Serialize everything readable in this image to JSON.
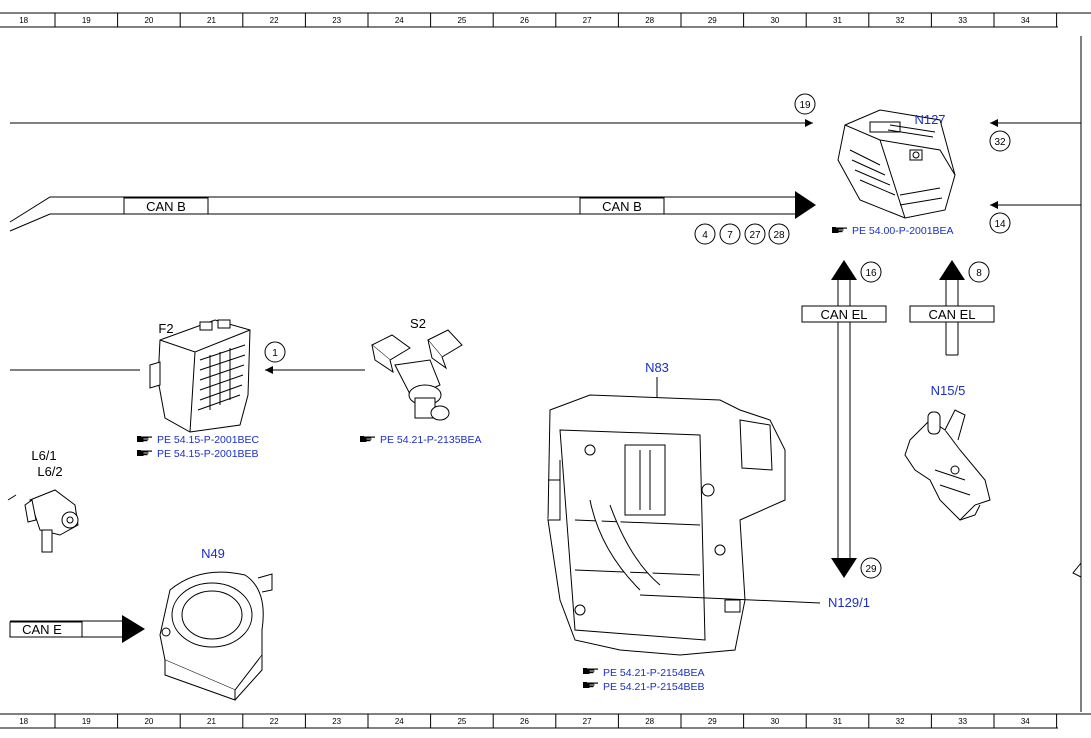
{
  "ruler_numbers": [
    "18",
    "19",
    "20",
    "21",
    "22",
    "23",
    "24",
    "25",
    "26",
    "27",
    "28",
    "29",
    "30",
    "31",
    "32",
    "33",
    "34"
  ],
  "components": {
    "n127": {
      "label": "N127",
      "refs": [
        "PE 54.00-P-2001BEA"
      ]
    },
    "f2": {
      "label": "F2",
      "refs": [
        "PE 54.15-P-2001BEC",
        "PE 54.15-P-2001BEB"
      ]
    },
    "s2": {
      "label": "S2",
      "refs": [
        "PE 54.21-P-2135BEA"
      ]
    },
    "l6": {
      "label1": "L6/1",
      "label2": "L6/2"
    },
    "n49": {
      "label": "N49"
    },
    "n83": {
      "label": "N83",
      "refs": [
        "PE 54.21-P-2154BEA",
        "PE 54.21-P-2154BEB"
      ]
    },
    "n129": {
      "label": "N129/1"
    },
    "n155": {
      "label": "N15/5"
    }
  },
  "bus_labels": {
    "can_b_1": "CAN B",
    "can_b_2": "CAN B",
    "can_el_1": "CAN EL",
    "can_el_2": "CAN EL",
    "can_e": "CAN E"
  },
  "circles": {
    "c19": "19",
    "c32": "32",
    "c14": "14",
    "c4": "4",
    "c7": "7",
    "c27": "27",
    "c28": "28",
    "c16": "16",
    "c8": "8",
    "c1": "1",
    "c29": "29"
  },
  "icons": {
    "reference": "pointing-hand-icon"
  }
}
